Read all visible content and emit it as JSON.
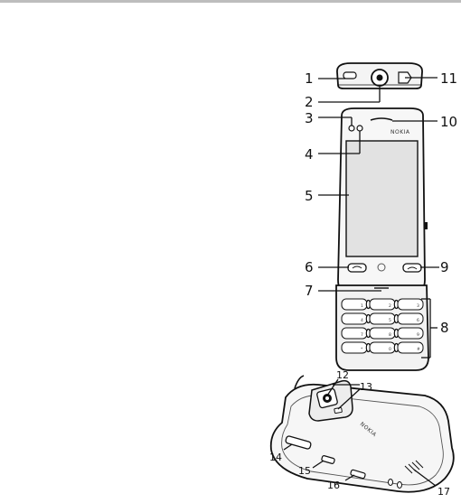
{
  "brand": "NOKIA",
  "callouts": [
    {
      "id": "1",
      "label": "1"
    },
    {
      "id": "2",
      "label": "2"
    },
    {
      "id": "3",
      "label": "3"
    },
    {
      "id": "4",
      "label": "4"
    },
    {
      "id": "5",
      "label": "5"
    },
    {
      "id": "6",
      "label": "6"
    },
    {
      "id": "7",
      "label": "7"
    },
    {
      "id": "8",
      "label": "8"
    },
    {
      "id": "9",
      "label": "9"
    },
    {
      "id": "10",
      "label": "10"
    },
    {
      "id": "11",
      "label": "11"
    },
    {
      "id": "12",
      "label": "12"
    },
    {
      "id": "13",
      "label": "13"
    },
    {
      "id": "14",
      "label": "14"
    },
    {
      "id": "15",
      "label": "15"
    },
    {
      "id": "16",
      "label": "16"
    },
    {
      "id": "17",
      "label": "17"
    }
  ],
  "keypad": {
    "rows": [
      [
        "1",
        "2",
        "3"
      ],
      [
        "4",
        "5",
        "6"
      ],
      [
        "7",
        "8",
        "9"
      ],
      [
        "*",
        "0",
        "#"
      ]
    ]
  }
}
